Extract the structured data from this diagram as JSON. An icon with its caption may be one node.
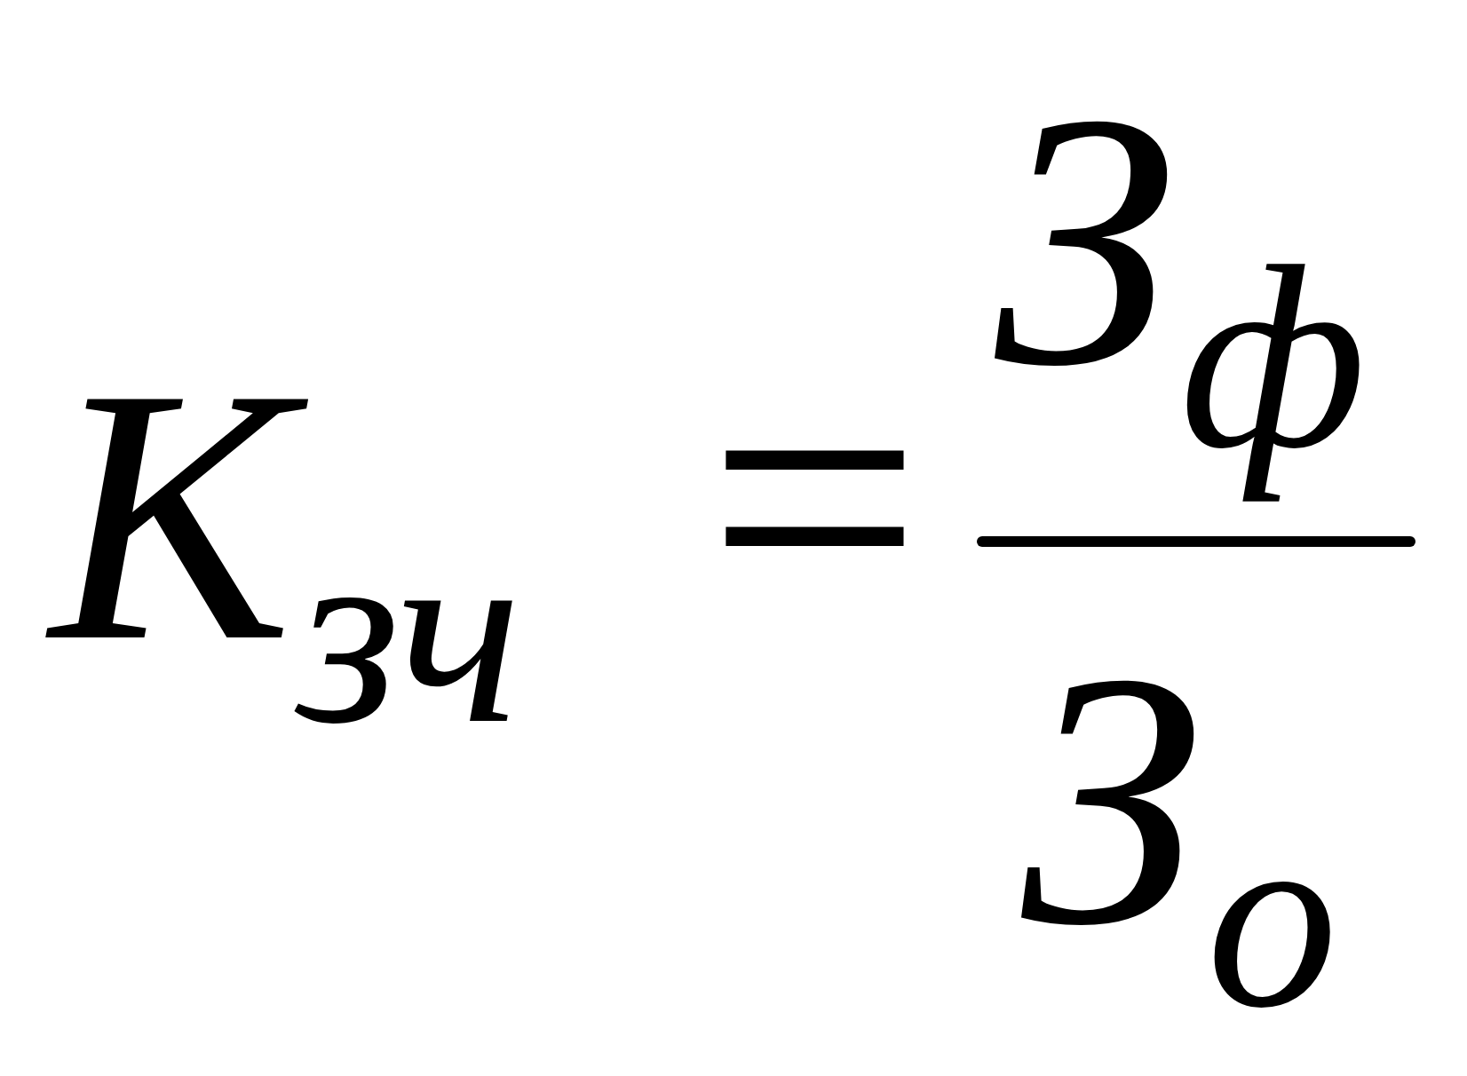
{
  "diagram": {
    "labels": [
      "K$_{зч}$",
      "=",
      "З$_{ф}$",
      "З$_{о}$"
    ]
  }
}
